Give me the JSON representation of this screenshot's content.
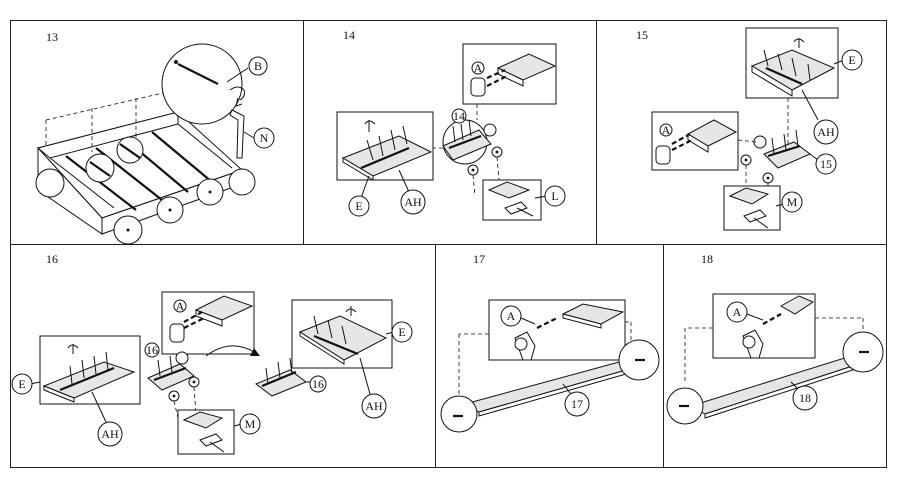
{
  "steps": [
    {
      "number": "13",
      "callouts": [
        "B",
        "N"
      ]
    },
    {
      "number": "14",
      "callouts": [
        "A",
        "14",
        "E",
        "AH",
        "L"
      ]
    },
    {
      "number": "15",
      "callouts": [
        "E",
        "AH",
        "A",
        "15",
        "M"
      ]
    },
    {
      "number": "16",
      "callouts": [
        "A",
        "16",
        "E",
        "AH",
        "M",
        "16",
        "E",
        "AH"
      ]
    },
    {
      "number": "17",
      "callouts": [
        "A",
        "17"
      ]
    },
    {
      "number": "18",
      "callouts": [
        "A",
        "18"
      ]
    }
  ]
}
